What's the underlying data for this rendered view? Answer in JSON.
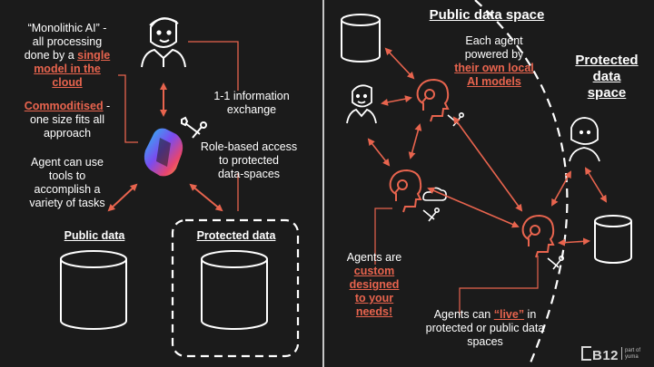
{
  "left": {
    "monolithic_1": "“Monolithic AI” -",
    "monolithic_2": "all processing",
    "monolithic_3": "done by a ",
    "monolithic_red": "single",
    "monolithic_red2": "model in the",
    "monolithic_red3": "cloud",
    "commod_red": "Commoditised",
    "commod_1": " -",
    "commod_2": "one size fits all",
    "commod_3": "approach",
    "tools_1": "Agent can use",
    "tools_2": "tools to",
    "tools_3": "accomplish a",
    "tools_4": "variety of tasks",
    "exchange_1": "1-1 information",
    "exchange_2": "exchange",
    "role_1": "Role-based access",
    "role_2": "to protected",
    "role_3": "data-spaces",
    "public_data": "Public data",
    "protected_data": "Protected data"
  },
  "right": {
    "public_space": "Public data space",
    "protected_1": "Protected",
    "protected_2": "data",
    "protected_3": "space",
    "each_1": "Each agent",
    "each_2": "powered by",
    "each_red1": "their own local",
    "each_red2": "AI models",
    "custom_1": "Agents are",
    "custom_red1": "custom",
    "custom_red2": "designed",
    "custom_red3": "to your",
    "custom_red4": "needs!",
    "live_1": "Agents can ",
    "live_red": "“live”",
    "live_2": " in",
    "live_3": "protected or public data",
    "live_4": "spaces"
  },
  "brand": {
    "logo": "B12",
    "sub_1": "part of",
    "sub_2": "yuma"
  },
  "colors": {
    "accent": "#e8644e",
    "background": "#1b1b1b",
    "line": "#ffffff"
  }
}
